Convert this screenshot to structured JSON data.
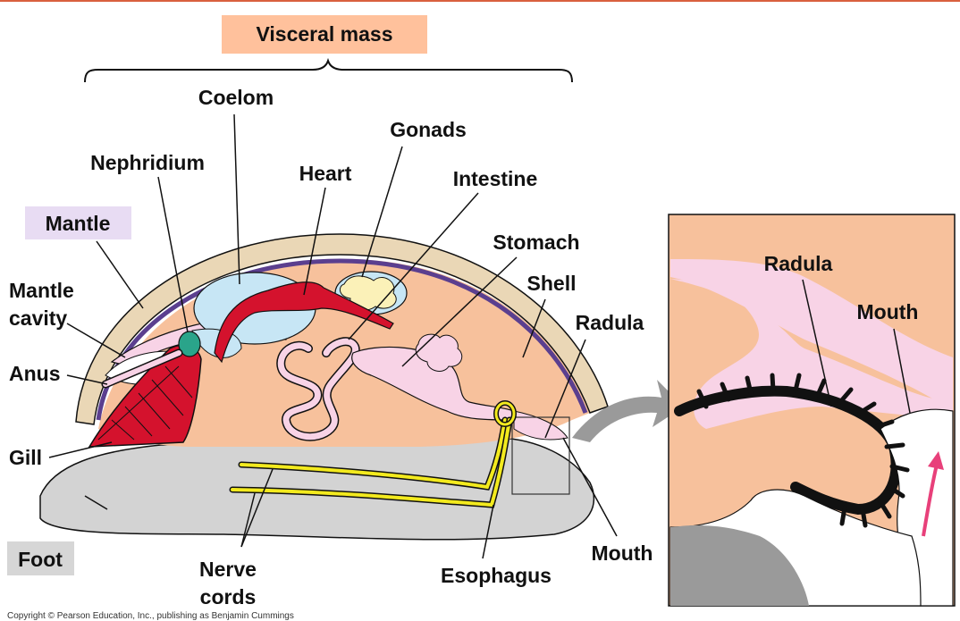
{
  "title": "Visceral mass",
  "labels": {
    "visceral_mass": "Visceral mass",
    "coelom": "Coelom",
    "nephridium": "Nephridium",
    "heart": "Heart",
    "gonads": "Gonads",
    "intestine": "Intestine",
    "stomach": "Stomach",
    "shell": "Shell",
    "radula": "Radula",
    "mantle": "Mantle",
    "mantle_cavity_1": "Mantle",
    "mantle_cavity_2": "cavity",
    "anus": "Anus",
    "gill": "Gill",
    "foot": "Foot",
    "nerve_cords_1": "Nerve",
    "nerve_cords_2": "cords",
    "esophagus": "Esophagus",
    "mouth": "Mouth",
    "inset_radula": "Radula",
    "inset_mouth": "Mouth"
  },
  "copyright": "Copyright © Pearson Education, Inc., publishing as Benjamin Cummings",
  "colors": {
    "visceral_mass_box": "#ffc19c",
    "mantle_box": "#e8dcf3",
    "foot_box": "#d6d6d6",
    "shell": "#ead7b6",
    "mantle_line": "#5b3f8f",
    "body": "#f7c19c",
    "foot": "#d3d3d3",
    "gill": "#d4122d",
    "coelom": "#c7e6f5",
    "nerve": "#f3ea1e",
    "pink_tissue": "#f8d3e6"
  }
}
